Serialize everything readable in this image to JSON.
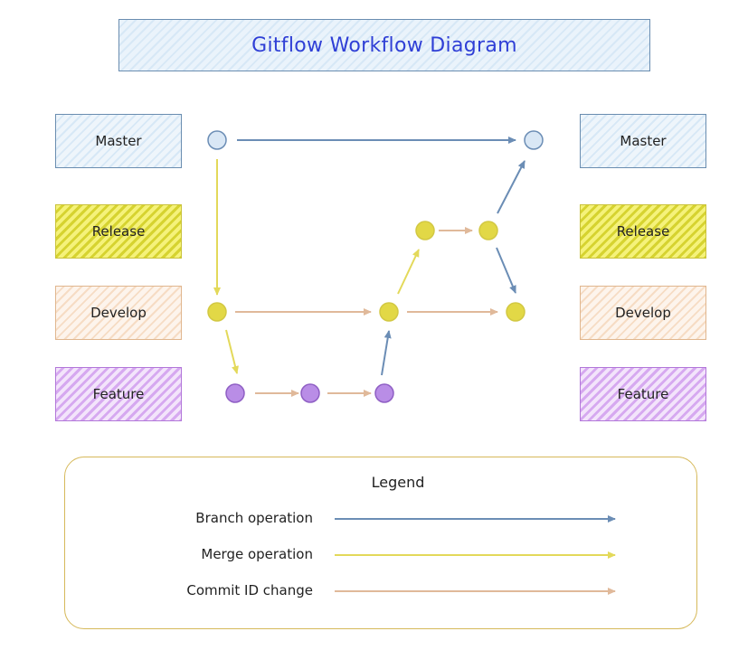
{
  "title": "Gitflow Workflow Diagram",
  "branches_left": [
    {
      "id": "master",
      "label": "Master"
    },
    {
      "id": "release",
      "label": "Release"
    },
    {
      "id": "develop",
      "label": "Develop"
    },
    {
      "id": "feature",
      "label": "Feature"
    }
  ],
  "branches_right": [
    {
      "id": "master",
      "label": "Master"
    },
    {
      "id": "release",
      "label": "Release"
    },
    {
      "id": "develop",
      "label": "Develop"
    },
    {
      "id": "feature",
      "label": "Feature"
    }
  ],
  "legend": {
    "title": "Legend",
    "items": [
      {
        "label": "Branch operation",
        "kind": "branch"
      },
      {
        "label": "Merge operation",
        "kind": "merge"
      },
      {
        "label": "Commit ID change",
        "kind": "commit"
      }
    ]
  },
  "colors": {
    "branch": "#6b8db5",
    "merge": "#e3d95a",
    "commit": "#e0b99a",
    "master_node": "#d9e7f5",
    "release_node": "#e2d846",
    "develop_node": "#e2d846",
    "feature_node": "#b98de6"
  }
}
